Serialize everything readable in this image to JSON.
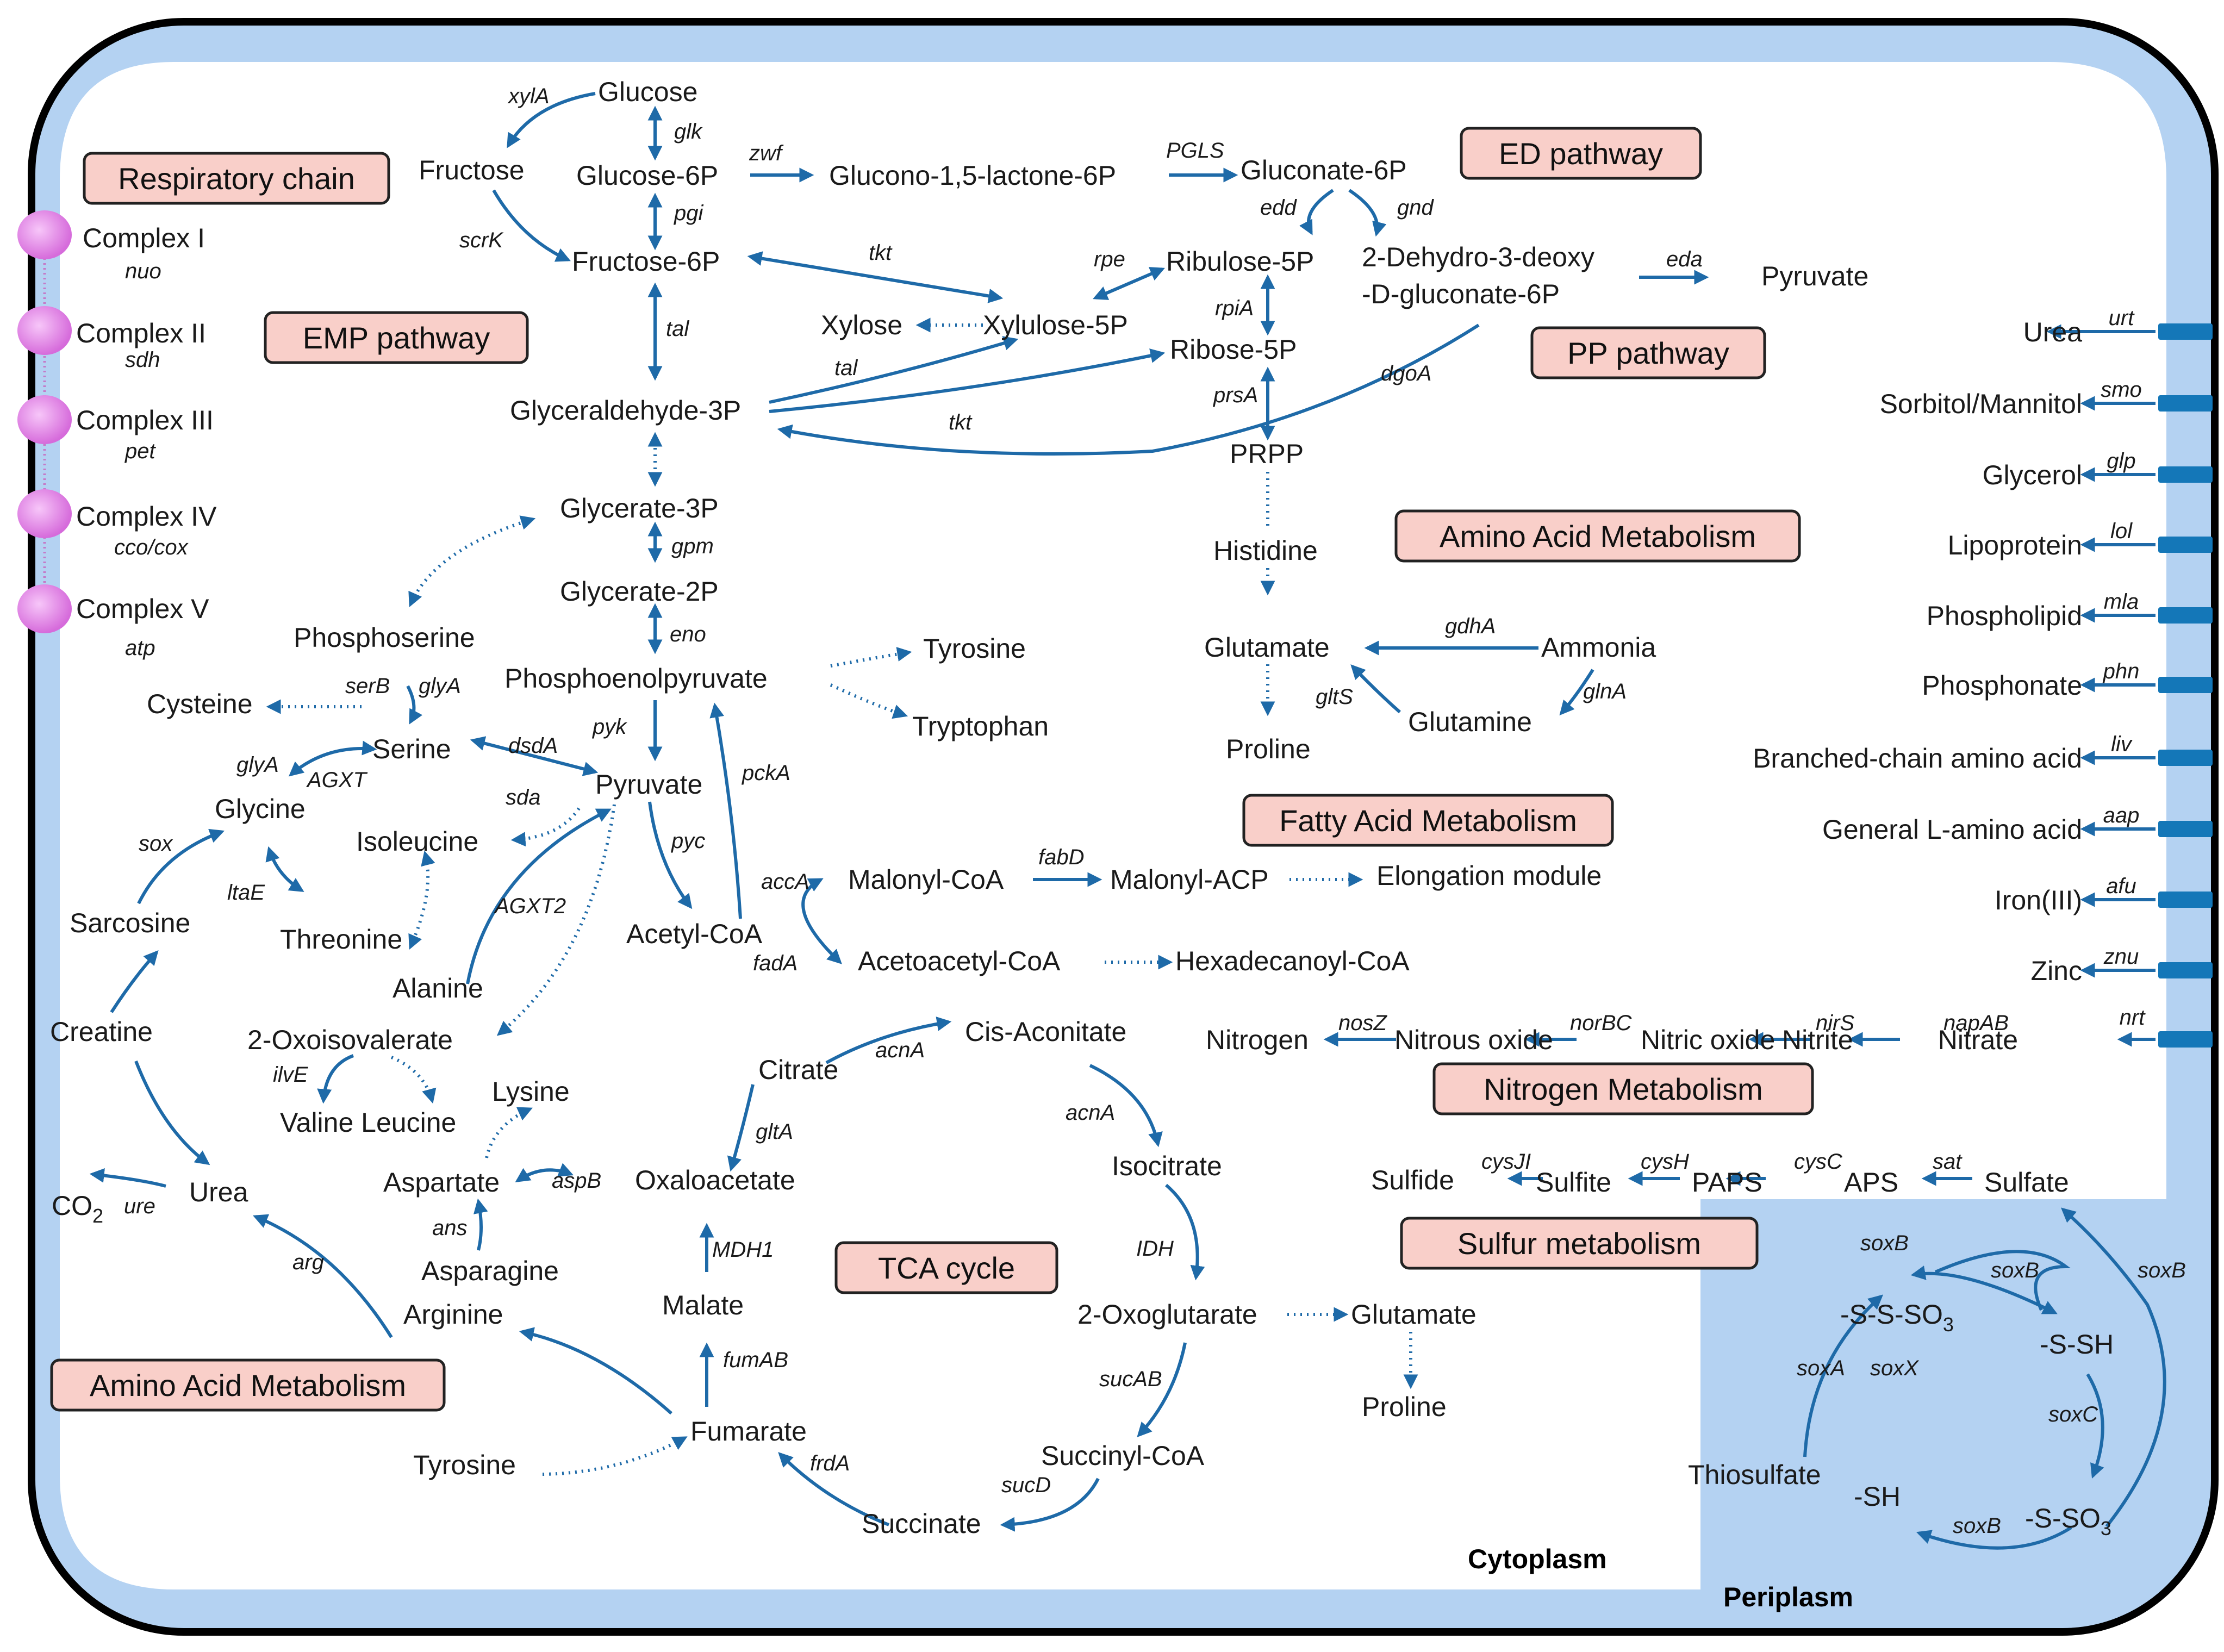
{
  "colors": {
    "membrane": "#b4d2f2",
    "periplasm": "#b4d2f2",
    "cytoplasm": "#ffffff",
    "arrow": "#1e6aa8",
    "pathway_box": "#f9cfc9",
    "complex_node": "#e680e8",
    "transporter": "#1477b8"
  },
  "compartments": {
    "cytoplasm": "Cytoplasm",
    "periplasm": "Periplasm"
  },
  "pathways": {
    "respiratory": "Respiratory chain",
    "emp": "EMP pathway",
    "ed": "ED pathway",
    "pp": "PP pathway",
    "aa_right": "Amino Acid Metabolism",
    "fatty": "Fatty Acid Metabolism",
    "nitrogen": "Nitrogen Metabolism",
    "sulfur": "Sulfur metabolism",
    "tca": "TCA cycle",
    "aa_left": "Amino Acid Metabolism"
  },
  "complexes": [
    {
      "name": "Complex I",
      "gene": "nuo"
    },
    {
      "name": "Complex II",
      "gene": "sdh"
    },
    {
      "name": "Complex III",
      "gene": "pet"
    },
    {
      "name": "Complex IV",
      "gene": "cco/cox"
    },
    {
      "name": "Complex V",
      "gene": "atp"
    }
  ],
  "transporters": [
    {
      "substrate": "Urea",
      "gene": "urt"
    },
    {
      "substrate": "Sorbitol/Mannitol",
      "gene": "smo"
    },
    {
      "substrate": "Glycerol",
      "gene": "glp"
    },
    {
      "substrate": "Lipoprotein",
      "gene": "lol"
    },
    {
      "substrate": "Phospholipid",
      "gene": "mla"
    },
    {
      "substrate": "Phosphonate",
      "gene": "phn"
    },
    {
      "substrate": "Branched-chain amino acid",
      "gene": "liv"
    },
    {
      "substrate": "General L-amino acid",
      "gene": "aap"
    },
    {
      "substrate": "Iron(III)",
      "gene": "afu"
    },
    {
      "substrate": "Zinc",
      "gene": "znu"
    },
    {
      "substrate": "Nitrate",
      "gene": "nrt"
    }
  ],
  "metabolites": {
    "glucose": "Glucose",
    "fructose": "Fructose",
    "glucose6p": "Glucose-6P",
    "gluconolactone6p": "Glucono-1,5-lactone-6P",
    "gluconate6p": "Gluconate-6P",
    "fructose6p": "Fructose-6P",
    "ribulose5p": "Ribulose-5P",
    "kdpg1": "2-Dehydro-3-deoxy",
    "kdpg2": "-D-gluconate-6P",
    "pyruvate_ed": "Pyruvate",
    "xylose": "Xylose",
    "xylulose5p": "Xylulose-5P",
    "ribose5p": "Ribose-5P",
    "g3p": "Glyceraldehyde-3P",
    "prpp": "PRPP",
    "glycerate3p": "Glycerate-3P",
    "histidine": "Histidine",
    "glycerate2p": "Glycerate-2P",
    "phosphoserine": "Phosphoserine",
    "pep": "Phosphoenolpyruvate",
    "tyrosine_top": "Tyrosine",
    "glutamate_aa": "Glutamate",
    "ammonia": "Ammonia",
    "cysteine": "Cysteine",
    "serine": "Serine",
    "tryptophan": "Tryptophan",
    "glutamine": "Glutamine",
    "proline_aa": "Proline",
    "pyruvate": "Pyruvate",
    "glycine": "Glycine",
    "isoleucine": "Isoleucine",
    "malonylcoa": "Malonyl-CoA",
    "malonylacp": "Malonyl-ACP",
    "elongation": "Elongation module",
    "sarcosine": "Sarcosine",
    "threonine": "Threonine",
    "acetylcoa": "Acetyl-CoA",
    "acetoacetylcoa": "Acetoacetyl-CoA",
    "hexadecanoylcoa": "Hexadecanoyl-CoA",
    "alanine": "Alanine",
    "creatine": "Creatine",
    "cisaconitate": "Cis-Aconitate",
    "oxoisovalerate": "2-Oxoisovalerate",
    "nitrogen": "Nitrogen",
    "nitrousoxide": "Nitrous oxide",
    "nitricoxide": "Nitric oxide",
    "nitrite": "Nitrite",
    "nitrate": "Nitrate",
    "citrate": "Citrate",
    "lysine": "Lysine",
    "valine_leucine": "Valine Leucine",
    "isocitrate": "Isocitrate",
    "sulfide": "Sulfide",
    "sulfite": "Sulfite",
    "paps": "PAPS",
    "aps": "APS",
    "sulfate": "Sulfate",
    "aspartate": "Aspartate",
    "oxaloacetate": "Oxaloacetate",
    "urea": "Urea",
    "co2": "CO",
    "co2_sub": "2",
    "asparagine": "Asparagine",
    "malate": "Malate",
    "oxoglutarate": "2-Oxoglutarate",
    "glutamate_tca": "Glutamate",
    "arginine": "Arginine",
    "proline_tca": "Proline",
    "fumarate": "Fumarate",
    "tyrosine_bottom": "Tyrosine",
    "succinylcoa": "Succinyl-CoA",
    "succinate": "Succinate",
    "sso3": "-S-S-SO",
    "sso3_sub": "3",
    "ssh": "-S-SH",
    "thiosulfate": "Thiosulfate",
    "sh": "-SH",
    "so3": "-S-SO",
    "so3_sub": "3"
  },
  "enzymes": {
    "xylA": "xylA",
    "glk": "glk",
    "zwf": "zwf",
    "pgls": "PGLS",
    "pgi": "pgi",
    "scrK": "scrK",
    "edd": "edd",
    "gnd": "gnd",
    "tkt1": "tkt",
    "rpe": "rpe",
    "eda": "eda",
    "rpiA": "rpiA",
    "tal1": "tal",
    "tal2": "tal",
    "dgoA": "dgoA",
    "prsA": "prsA",
    "tkt2": "tkt",
    "gpm": "gpm",
    "eno": "eno",
    "gdhA": "gdhA",
    "serB": "serB",
    "glyA1": "glyA",
    "dsdA": "dsdA",
    "pyk": "pyk",
    "gltS": "gltS",
    "glnA": "glnA",
    "glyA2": "glyA",
    "agxt": "AGXT",
    "pckA": "pckA",
    "sda": "sda",
    "sox": "sox",
    "pyc": "pyc",
    "fabD": "fabD",
    "accA": "accA",
    "ltaE": "ltaE",
    "agxt2": "AGXT2",
    "fadA": "fadA",
    "acnA1": "acnA",
    "nosZ": "nosZ",
    "norBC": "norBC",
    "nirS": "nirS",
    "napAB": "napAB",
    "ilvE": "ilvE",
    "acnA2": "acnA",
    "gltA": "gltA",
    "cysJI": "cysJI",
    "cysH": "cysH",
    "cysC": "cysC",
    "sat": "sat",
    "aspB": "aspB",
    "ure": "ure",
    "ans": "ans",
    "mdh1": "MDH1",
    "idh": "IDH",
    "arg": "arg",
    "soxB1": "soxB",
    "soxB2": "soxB",
    "soxB3": "soxB",
    "fumAB": "fumAB",
    "sucAB": "sucAB",
    "soxA": "soxA",
    "soxX": "soxX",
    "soxC": "soxC",
    "frdA": "frdA",
    "sucD": "sucD",
    "soxB4": "soxB"
  }
}
